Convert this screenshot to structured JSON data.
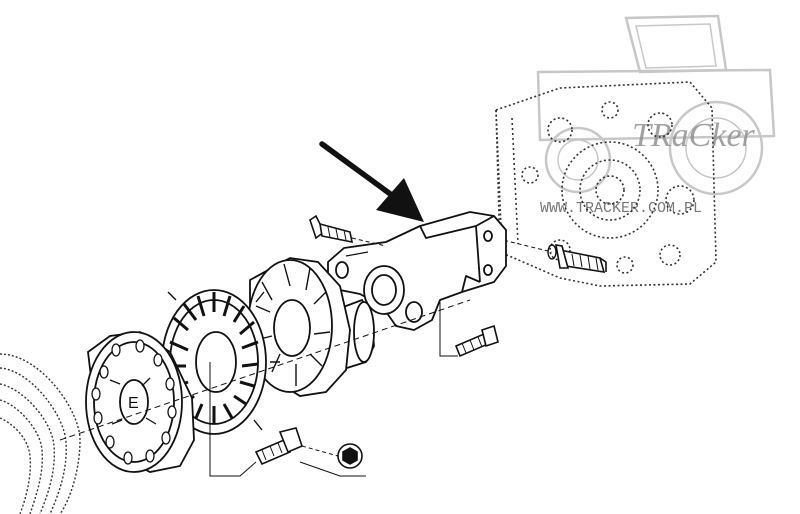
{
  "watermark": {
    "logo_text": "TRaCker",
    "url_text": "WWW.TRACKER.COM.PL",
    "logo_color": "#9a9a9a",
    "accent_color": "#5cbf5c"
  },
  "diagram": {
    "kind": "exploded-parts-drawing",
    "line_color": "#1a1a1a",
    "arrow_color": "#111111",
    "highlighted_part": "bracket"
  }
}
